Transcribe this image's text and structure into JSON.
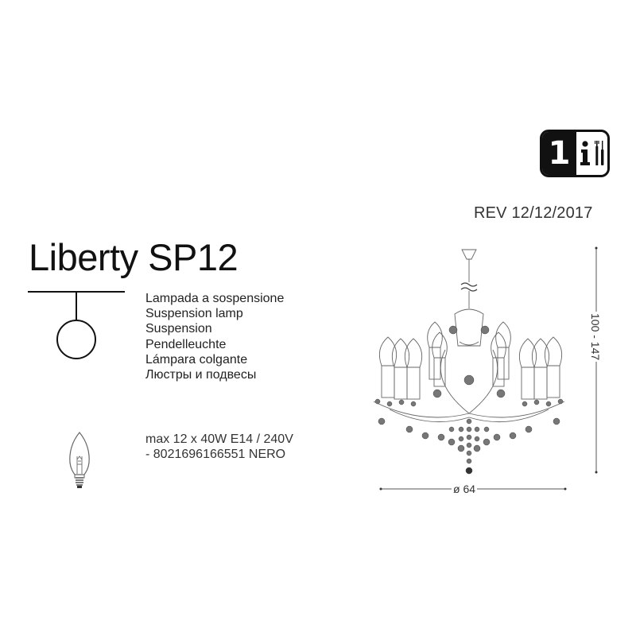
{
  "badge": {
    "number": "1",
    "icons": [
      "info-icon",
      "screwdriver-icon"
    ]
  },
  "revision": "REV 12/12/2017",
  "product": {
    "title": "Liberty SP12"
  },
  "lamp_types": [
    "Lampada a sospensione",
    "Suspension lamp",
    "Suspension",
    "Pendelleuchte",
    "Lámpara colgante",
    "Люстры и подвесы"
  ],
  "spec": {
    "power": "max 12 x 40W E14 / 240V",
    "code": "- 8021696166551 NERO"
  },
  "dimensions": {
    "diameter": "ø 64",
    "height": "100 - 147"
  },
  "icons": {
    "suspension_symbol": "pendant-lamp-icon",
    "bulb": "candle-bulb-icon",
    "drawing": "chandelier-drawing"
  },
  "colors": {
    "line": "#111111",
    "text": "#222222",
    "drawing": "#555555"
  }
}
